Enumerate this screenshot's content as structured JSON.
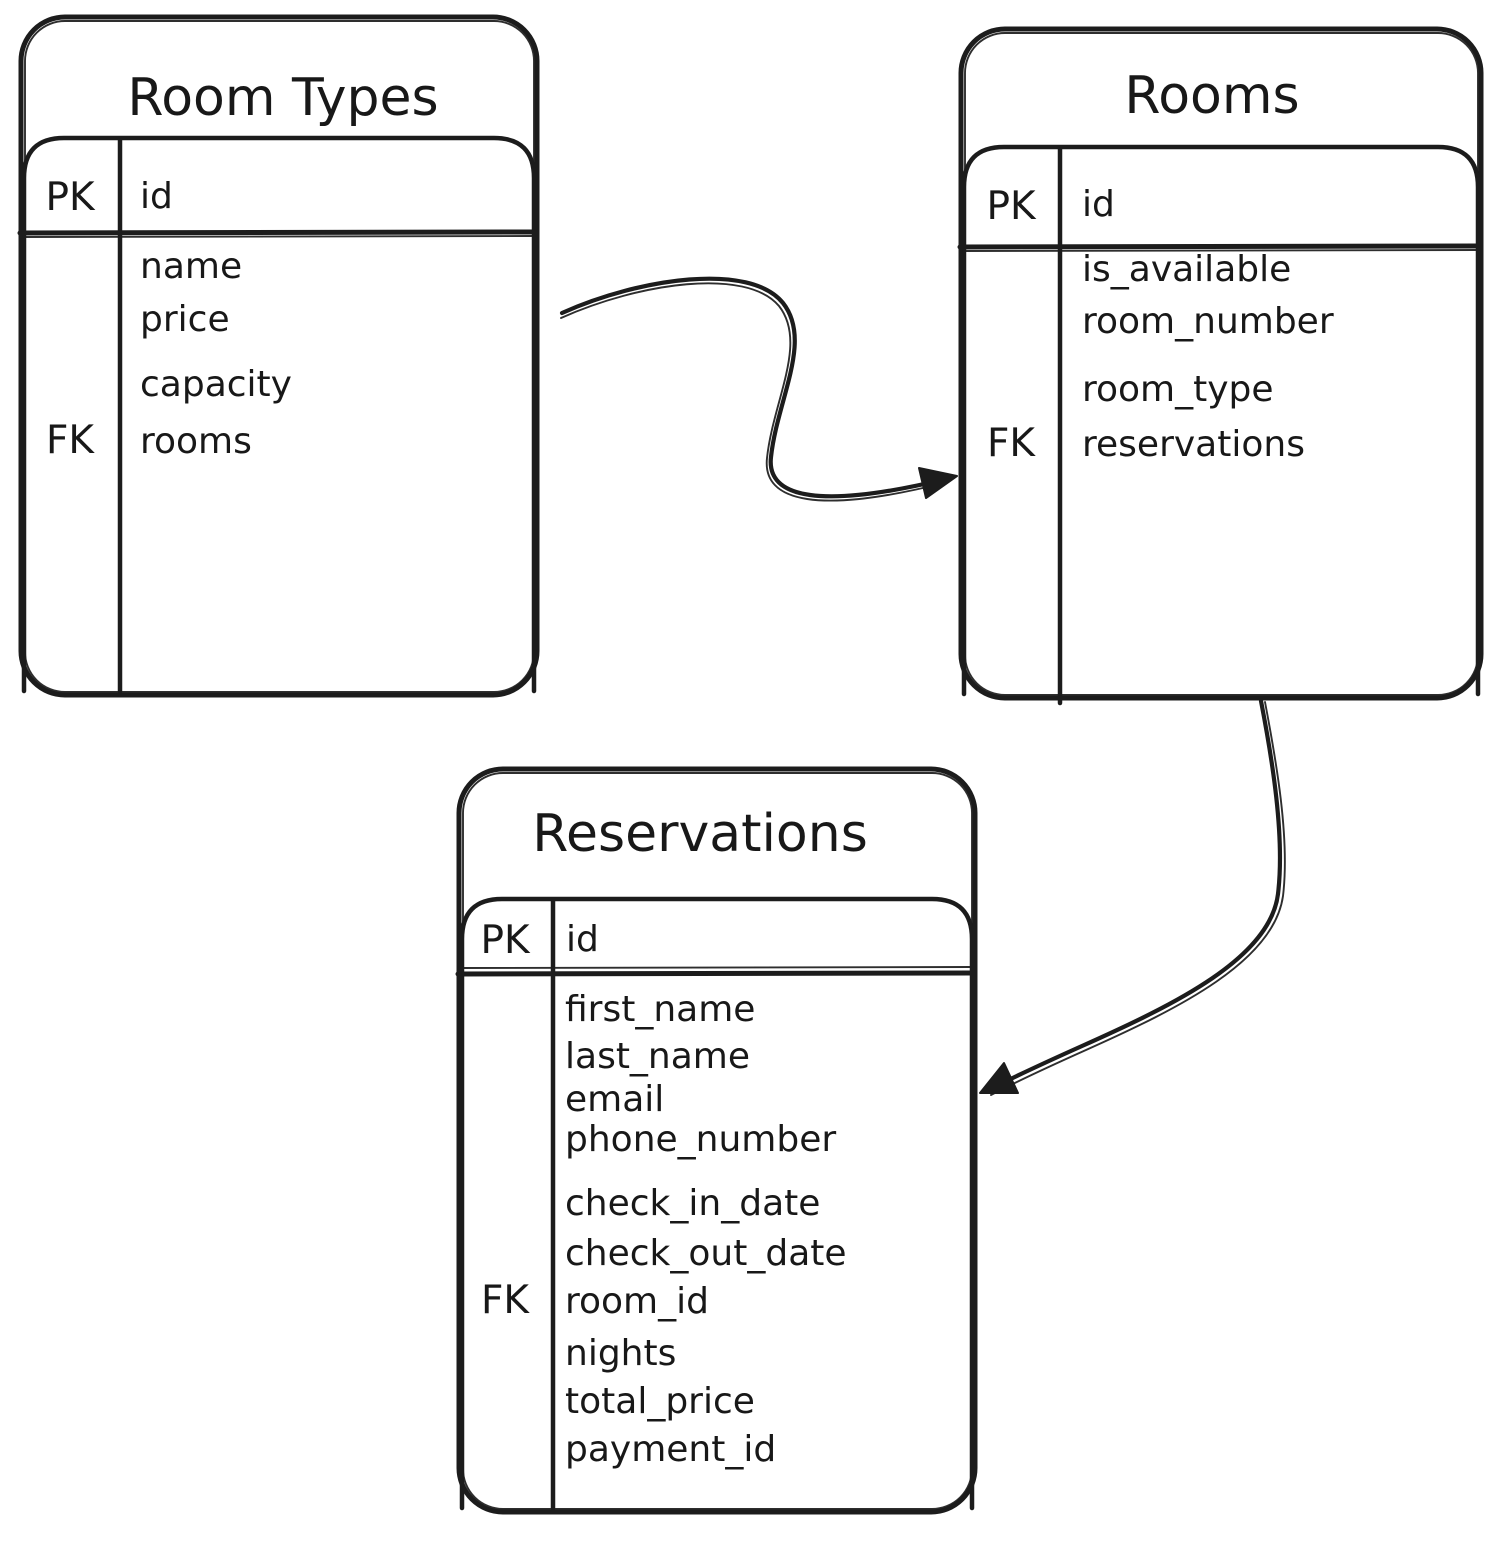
{
  "diagram": {
    "type": "entity-relationship",
    "background_color": "#ffffff",
    "stroke_color": "#1c1c1c",
    "tables": [
      {
        "title": "Room Types",
        "header": {
          "key": "PK",
          "field": "id"
        },
        "rows": [
          {
            "key": "",
            "field": "name"
          },
          {
            "key": "",
            "field": "price"
          },
          {
            "key": "",
            "field": "capacity"
          },
          {
            "key": "FK",
            "field": "rooms"
          }
        ]
      },
      {
        "title": "Rooms",
        "header": {
          "key": "PK",
          "field": "id"
        },
        "rows": [
          {
            "key": "",
            "field": "is_available"
          },
          {
            "key": "",
            "field": "room_number"
          },
          {
            "key": "",
            "field": "room_type"
          },
          {
            "key": "FK",
            "field": "reservations"
          }
        ]
      },
      {
        "title": "Reservations",
        "header": {
          "key": "PK",
          "field": "id"
        },
        "rows": [
          {
            "key": "",
            "field": "first_name"
          },
          {
            "key": "",
            "field": "last_name"
          },
          {
            "key": "",
            "field": "email"
          },
          {
            "key": "",
            "field": "phone_number"
          },
          {
            "key": "",
            "field": "check_in_date"
          },
          {
            "key": "",
            "field": "check_out_date"
          },
          {
            "key": "FK",
            "field": "room_id"
          },
          {
            "key": "",
            "field": "nights"
          },
          {
            "key": "",
            "field": "total_price"
          },
          {
            "key": "",
            "field": "payment_id"
          }
        ]
      }
    ],
    "relationships": [
      {
        "from": "Room Types",
        "to": "Rooms"
      },
      {
        "from": "Rooms",
        "to": "Reservations"
      }
    ]
  }
}
